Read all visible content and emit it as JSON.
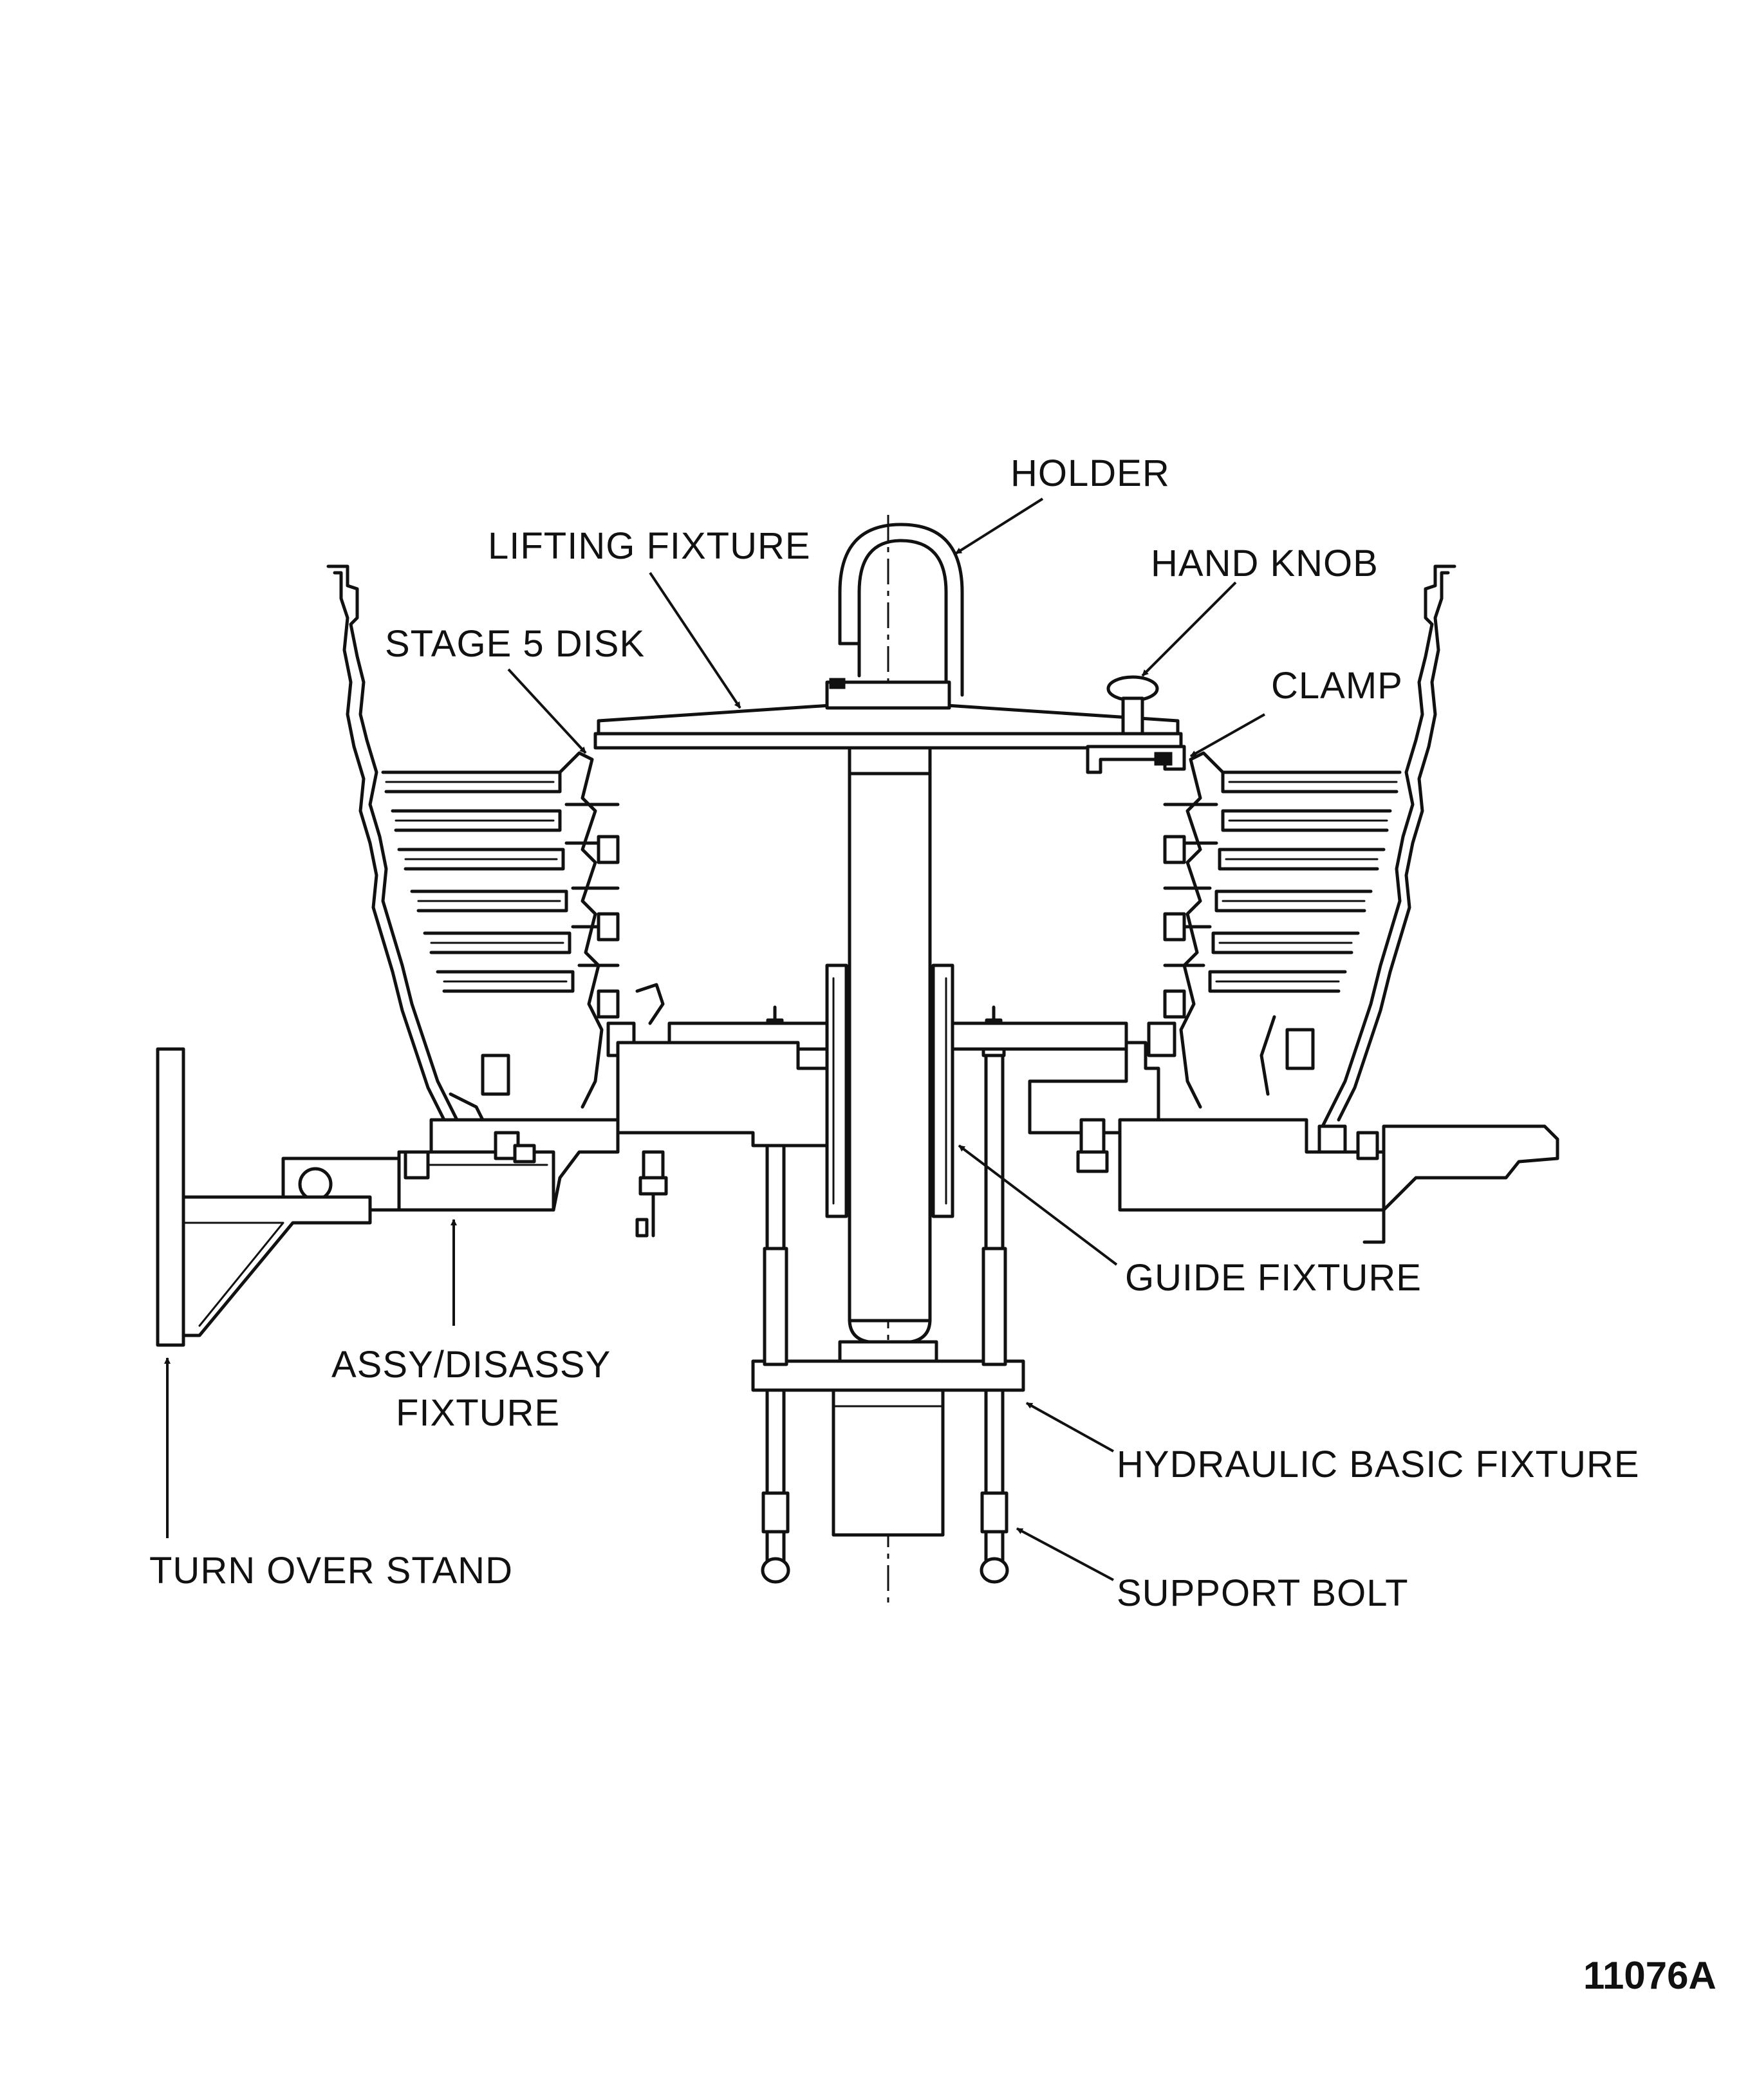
{
  "labels": {
    "holder": "HOLDER",
    "lifting_fixture": "LIFTING FIXTURE",
    "hand_knob": "HAND KNOB",
    "stage5_disk": "STAGE 5 DISK",
    "clamp": "CLAMP",
    "guide_fixture": "GUIDE FIXTURE",
    "assy_line1": "ASSY/DISASSY",
    "assy_line2": "FIXTURE",
    "hydraulic_basic_fixture": "HYDRAULIC BASIC FIXTURE",
    "turn_over_stand": "TURN OVER STAND",
    "support_bolt": "SUPPORT BOLT"
  },
  "figure_number": "11076A"
}
